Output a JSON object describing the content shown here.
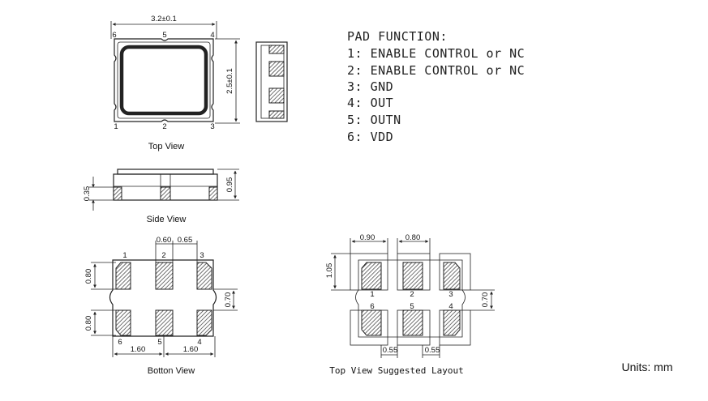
{
  "top_view": {
    "width_dim": "3.2±0.1",
    "height_dim": "2.5±0.1",
    "caption": "Top View",
    "corner_pins": [
      "6",
      "5",
      "4",
      "1",
      "2",
      "3"
    ]
  },
  "side_view": {
    "dim_left": "0.35",
    "dim_right": "0.95",
    "caption": "Side View"
  },
  "bottom_view": {
    "dim_top_a": "0.60",
    "dim_top_b": "0.65",
    "dim_left_top": "0.80",
    "dim_left_bottom": "0.80",
    "dim_right": "0.70",
    "dim_bottom_a": "1.60",
    "dim_bottom_b": "1.60",
    "pins_top": [
      "1",
      "2",
      "3"
    ],
    "pins_bottom": [
      "6",
      "5",
      "4"
    ],
    "caption": "Botton View"
  },
  "suggested_layout": {
    "dim_top_a": "0.90",
    "dim_top_b": "0.80",
    "dim_left": "1.05",
    "dim_right": "0.70",
    "dim_bottom_a": "0.55",
    "dim_bottom_b": "0.55",
    "pins_top": [
      "1",
      "2",
      "3"
    ],
    "pins_bottom": [
      "6",
      "5",
      "4"
    ],
    "caption": "Top View Suggested Layout"
  },
  "pad_function": {
    "title": "PAD FUNCTION:",
    "items": [
      "1: ENABLE CONTROL or NC",
      "2: ENABLE CONTROL or NC",
      "3: GND",
      "4: OUT",
      "5: OUTN",
      "6: VDD"
    ]
  },
  "units": "Units: mm"
}
